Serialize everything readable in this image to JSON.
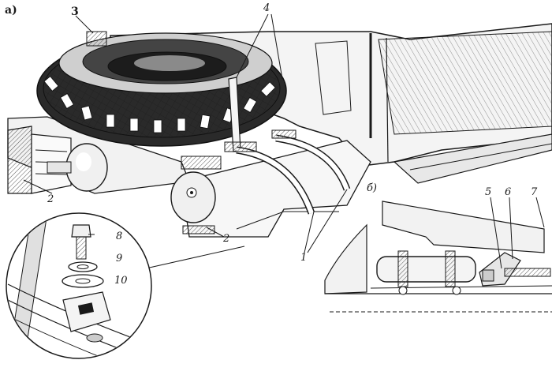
{
  "figure": {
    "labels": {
      "view_a": "а)",
      "view_b": "б)",
      "n1": "1",
      "n2_left": "2",
      "n2_center": "2",
      "n3": "3",
      "n4": "4",
      "n5": "5",
      "n6": "6",
      "n7": "7",
      "n8": "8",
      "n9": "9",
      "n10": "10"
    },
    "colors": {
      "ink": "#1a1a1a",
      "paper": "#ffffff",
      "hatch": "#3a3a3a"
    }
  }
}
